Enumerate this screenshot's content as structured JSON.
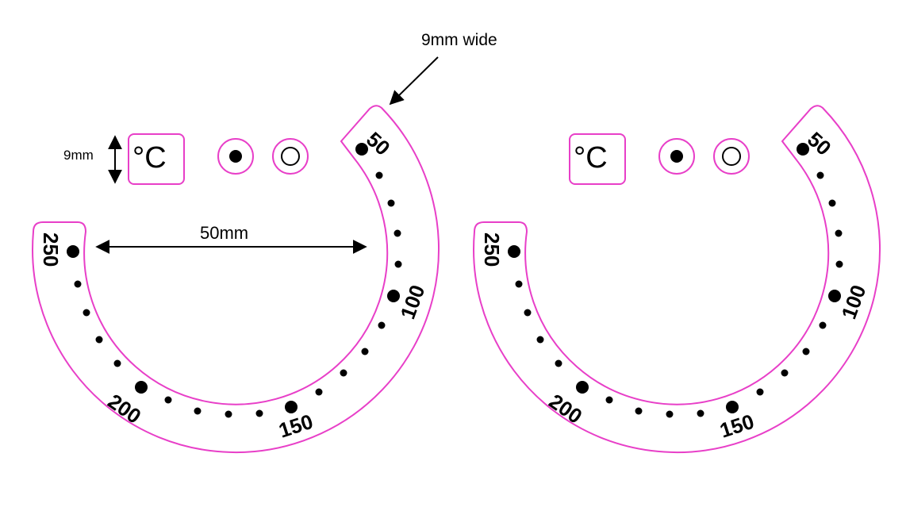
{
  "annotations": {
    "width_note": "9mm wide",
    "height_note": "9mm",
    "diameter_note": "50mm"
  },
  "degree_symbol": "°C",
  "dial": {
    "outline_color": "#e83fc8",
    "dot_color": "#000000",
    "labels": [
      "50",
      "100",
      "150",
      "200",
      "250"
    ]
  },
  "indicators": [
    {
      "name": "filled-indicator",
      "state": "filled"
    },
    {
      "name": "empty-indicator",
      "state": "empty"
    }
  ]
}
